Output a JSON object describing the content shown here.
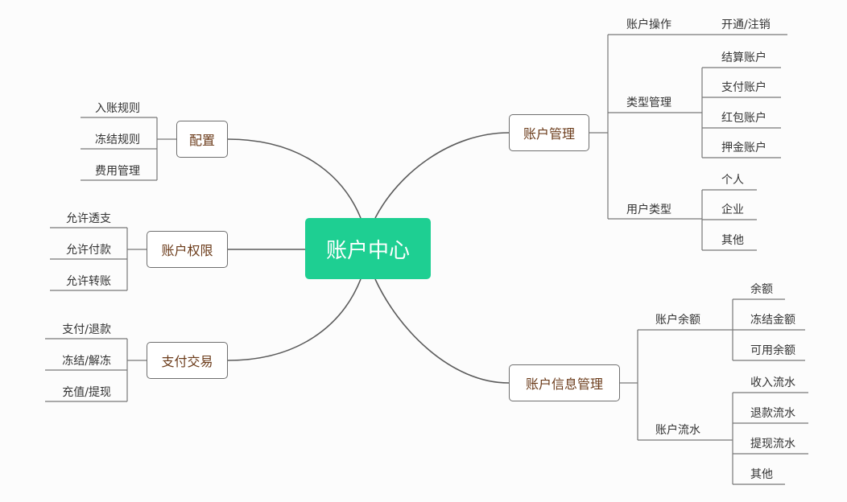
{
  "center": {
    "label": "账户中心",
    "color": "#1ecf92"
  },
  "left": [
    {
      "label": "配置",
      "children": [
        "入账规则",
        "冻结规则",
        "费用管理"
      ]
    },
    {
      "label": "账户权限",
      "children": [
        "允许透支",
        "允许付款",
        "允许转账"
      ]
    },
    {
      "label": "支付交易",
      "children": [
        "支付/退款",
        "冻结/解冻",
        "充值/提现"
      ]
    }
  ],
  "right": [
    {
      "label": "账户管理",
      "groups": [
        {
          "label": "账户操作",
          "children": [
            "开通/注销"
          ]
        },
        {
          "label": "类型管理",
          "children": [
            "结算账户",
            "支付账户",
            "红包账户",
            "押金账户"
          ]
        },
        {
          "label": "用户类型",
          "children": [
            "个人",
            "企业",
            "其他"
          ]
        }
      ]
    },
    {
      "label": "账户信息管理",
      "groups": [
        {
          "label": "账户余额",
          "children": [
            "余额",
            "冻结金额",
            "可用余额"
          ]
        },
        {
          "label": "账户流水",
          "children": [
            "收入流水",
            "退款流水",
            "提现流水",
            "其他"
          ]
        }
      ]
    }
  ]
}
